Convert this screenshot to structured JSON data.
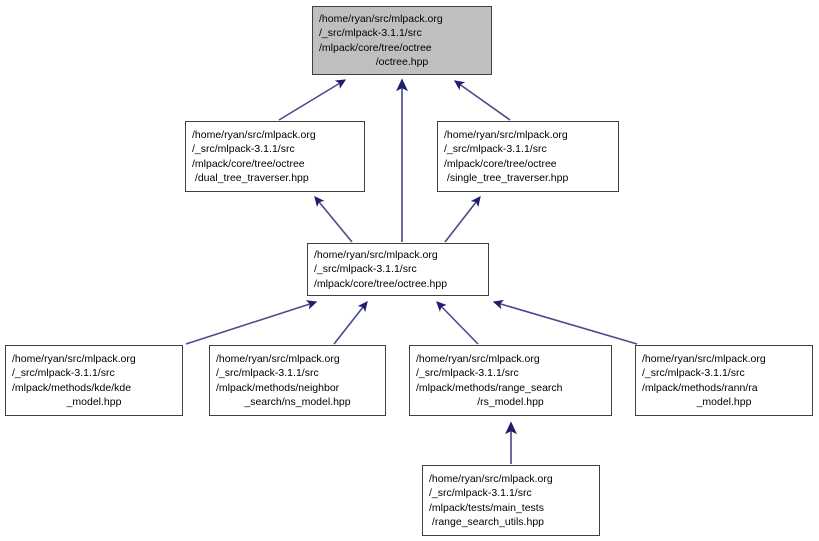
{
  "graph": {
    "type": "dependency-graph",
    "title": "",
    "background_color": "#ffffff",
    "edge_line_color": "#6a6aa0",
    "edge_arrow_color": "#1f1f6e",
    "node_border_color": "#404040",
    "node_fill_color": "#ffffff",
    "highlight_fill_color": "#bfbfbf",
    "nodes": [
      {
        "id": "octree-hpp-dir",
        "highlighted": true,
        "lines": [
          "/home/ryan/src/mlpack.org",
          "/_src/mlpack-3.1.1/src",
          "/mlpack/core/tree/octree",
          "/octree.hpp"
        ],
        "last_line_centered": true
      },
      {
        "id": "dual-tree-traverser-hpp",
        "highlighted": false,
        "lines": [
          "/home/ryan/src/mlpack.org",
          "/_src/mlpack-3.1.1/src",
          "/mlpack/core/tree/octree",
          " /dual_tree_traverser.hpp"
        ],
        "last_line_centered": false
      },
      {
        "id": "single-tree-traverser-hpp",
        "highlighted": false,
        "lines": [
          "/home/ryan/src/mlpack.org",
          "/_src/mlpack-3.1.1/src",
          "/mlpack/core/tree/octree",
          " /single_tree_traverser.hpp"
        ],
        "last_line_centered": false
      },
      {
        "id": "core-tree-octree-hpp",
        "highlighted": false,
        "lines": [
          "/home/ryan/src/mlpack.org",
          "/_src/mlpack-3.1.1/src",
          "/mlpack/core/tree/octree.hpp"
        ],
        "last_line_centered": false
      },
      {
        "id": "kde-model-hpp",
        "highlighted": false,
        "lines": [
          "/home/ryan/src/mlpack.org",
          "/_src/mlpack-3.1.1/src",
          "/mlpack/methods/kde/kde",
          "_model.hpp"
        ],
        "last_line_centered": true
      },
      {
        "id": "ns-model-hpp",
        "highlighted": false,
        "lines": [
          "/home/ryan/src/mlpack.org",
          "/_src/mlpack-3.1.1/src",
          "/mlpack/methods/neighbor",
          "_search/ns_model.hpp"
        ],
        "last_line_centered": true
      },
      {
        "id": "rs-model-hpp",
        "highlighted": false,
        "lines": [
          "/home/ryan/src/mlpack.org",
          "/_src/mlpack-3.1.1/src",
          "/mlpack/methods/range_search",
          "/rs_model.hpp"
        ],
        "last_line_centered": true
      },
      {
        "id": "ra-model-hpp",
        "highlighted": false,
        "lines": [
          "/home/ryan/src/mlpack.org",
          "/_src/mlpack-3.1.1/src",
          "/mlpack/methods/rann/ra",
          "_model.hpp"
        ],
        "last_line_centered": true
      },
      {
        "id": "range-search-utils-hpp",
        "highlighted": false,
        "lines": [
          "/home/ryan/src/mlpack.org",
          "/_src/mlpack-3.1.1/src",
          "/mlpack/tests/main_tests",
          " /range_search_utils.hpp"
        ],
        "last_line_centered": false
      }
    ],
    "edges": [
      {
        "from": "dual-tree-traverser-hpp",
        "to": "octree-hpp-dir"
      },
      {
        "from": "core-tree-octree-hpp",
        "to": "octree-hpp-dir"
      },
      {
        "from": "single-tree-traverser-hpp",
        "to": "octree-hpp-dir"
      },
      {
        "from": "core-tree-octree-hpp",
        "to": "dual-tree-traverser-hpp"
      },
      {
        "from": "core-tree-octree-hpp",
        "to": "single-tree-traverser-hpp"
      },
      {
        "from": "kde-model-hpp",
        "to": "core-tree-octree-hpp"
      },
      {
        "from": "ns-model-hpp",
        "to": "core-tree-octree-hpp"
      },
      {
        "from": "rs-model-hpp",
        "to": "core-tree-octree-hpp"
      },
      {
        "from": "ra-model-hpp",
        "to": "core-tree-octree-hpp"
      },
      {
        "from": "range-search-utils-hpp",
        "to": "rs-model-hpp"
      }
    ]
  }
}
